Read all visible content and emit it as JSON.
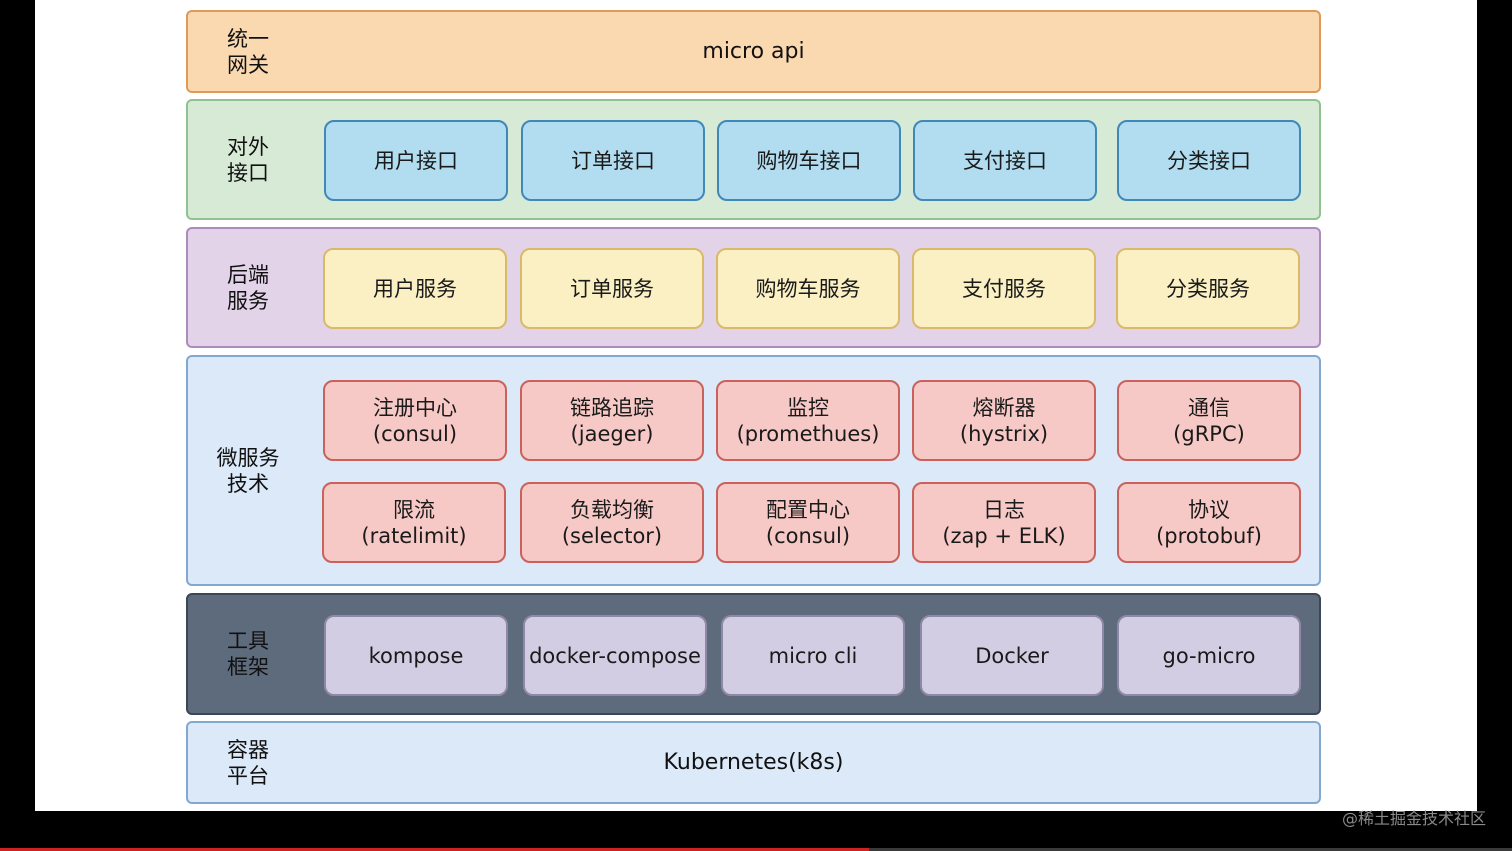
{
  "colors": {
    "gateway_bg": "#fbd9b0",
    "gateway_border": "#e09a57",
    "api_bg": "#d6ead6",
    "api_border": "#8fc28f",
    "api_box_bg": "#b2dcef",
    "api_box_border": "#3f88b7",
    "svc_bg": "#e3d3e8",
    "svc_border": "#ab8dbb",
    "svc_box_bg": "#fbf0c3",
    "svc_box_border": "#d9b96a",
    "micro_bg": "#dbe9f8",
    "micro_border": "#84a7d0",
    "micro_box_bg": "#f7c9c6",
    "micro_box_border": "#c9615c",
    "tools_bg": "#5e6b7d",
    "tools_border": "#3b4656",
    "tools_box_bg": "#d3cde3",
    "tools_box_border": "#8f88a8",
    "container_bg": "#dbe9f8",
    "container_border": "#84a7d0"
  },
  "progress": {
    "fraction": 0.575
  },
  "watermark": "@稀土掘金技术社区",
  "layers": {
    "gateway": {
      "label": "统一\n网关",
      "text": "micro api"
    },
    "api": {
      "label": "对外\n接口",
      "boxes": [
        "用户接口",
        "订单接口",
        "购物车接口",
        "支付接口",
        "分类接口"
      ]
    },
    "services": {
      "label": "后端\n服务",
      "boxes": [
        "用户服务",
        "订单服务",
        "购物车服务",
        "支付服务",
        "分类服务"
      ]
    },
    "micro": {
      "label": "微服务\n技术",
      "row1": [
        "注册中心\n(consul)",
        "链路追踪\n(jaeger)",
        "监控\n(promethues)",
        "熔断器\n(hystrix)",
        "通信\n(gRPC)"
      ],
      "row2": [
        "限流\n(ratelimit)",
        "负载均衡\n(selector)",
        "配置中心\n(consul)",
        "日志\n(zap + ELK)",
        "协议\n(protobuf)"
      ]
    },
    "tools": {
      "label": "工具\n框架",
      "boxes": [
        "kompose",
        "docker-compose",
        "micro cli",
        "Docker",
        "go-micro"
      ]
    },
    "container": {
      "label": "容器\n平台",
      "text": "Kubernetes(k8s)"
    }
  }
}
